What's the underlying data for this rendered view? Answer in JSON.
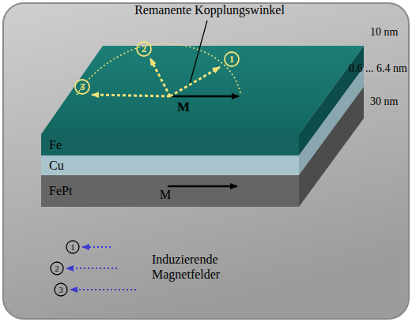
{
  "diagram": {
    "nodes": [
      {
        "text": [
          "Fe"
        ]
      },
      {
        "text": [
          "Cu"
        ]
      },
      {
        "text": [
          "FePt",
          "M"
        ]
      }
    ],
    "labels": [
      "Remanente Kopplungswinkel",
      "10 nm",
      "0.6 ... 6.4 nm",
      "30 nm",
      "M",
      "1",
      "2",
      "3",
      "1",
      "2",
      "3",
      "Induzierende Magnetfelder"
    ]
  }
}
